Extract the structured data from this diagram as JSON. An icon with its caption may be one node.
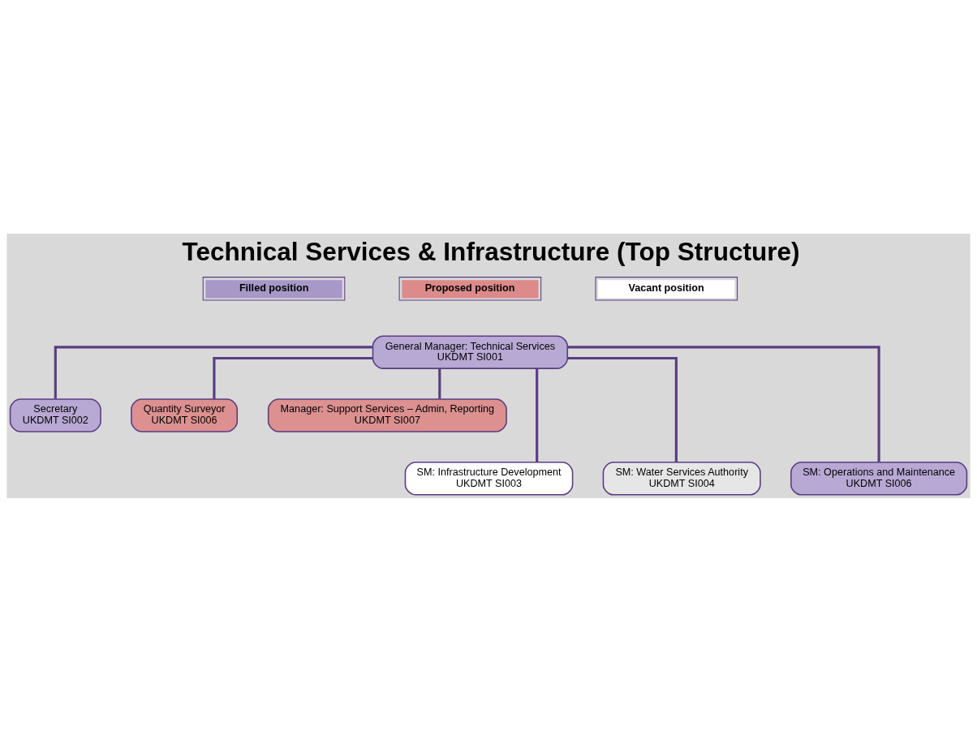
{
  "diagram": {
    "title": "Technical Services & Infrastructure (Top Structure)",
    "nodes": [
      {
        "text": [
          "General Manager: Technical Services",
          "UKDMT SI001"
        ]
      },
      {
        "text": [
          "Secretary",
          "UKDMT SI002"
        ]
      },
      {
        "text": [
          "Quantity Surveyor",
          "UKDMT SI006"
        ]
      },
      {
        "text": [
          "Manager: Support Services – Admin, Reporting",
          "UKDMT SI007"
        ]
      },
      {
        "text": [
          "SM: Infrastructure Development",
          "UKDMT SI003"
        ]
      },
      {
        "text": [
          "SM: Water Services Authority",
          "UKDMT SI004"
        ]
      },
      {
        "text": [
          "SM: Operations and Maintenance",
          "UKDMT SI006"
        ]
      }
    ],
    "edges": [
      {
        "from": 0,
        "to": 1,
        "arrow": "none"
      },
      {
        "from": 0,
        "to": 2,
        "arrow": "none"
      },
      {
        "from": 0,
        "to": 3,
        "arrow": "none"
      },
      {
        "from": 0,
        "to": 4,
        "arrow": "none"
      },
      {
        "from": 0,
        "to": 5,
        "arrow": "none"
      },
      {
        "from": 0,
        "to": 6,
        "arrow": "none"
      }
    ],
    "legend": [
      {
        "text": "Filled position",
        "color": "#a898c8"
      },
      {
        "text": "Proposed position",
        "color": "#dc8a8a"
      },
      {
        "text": "Vacant position",
        "color": "#ffffff"
      }
    ]
  }
}
